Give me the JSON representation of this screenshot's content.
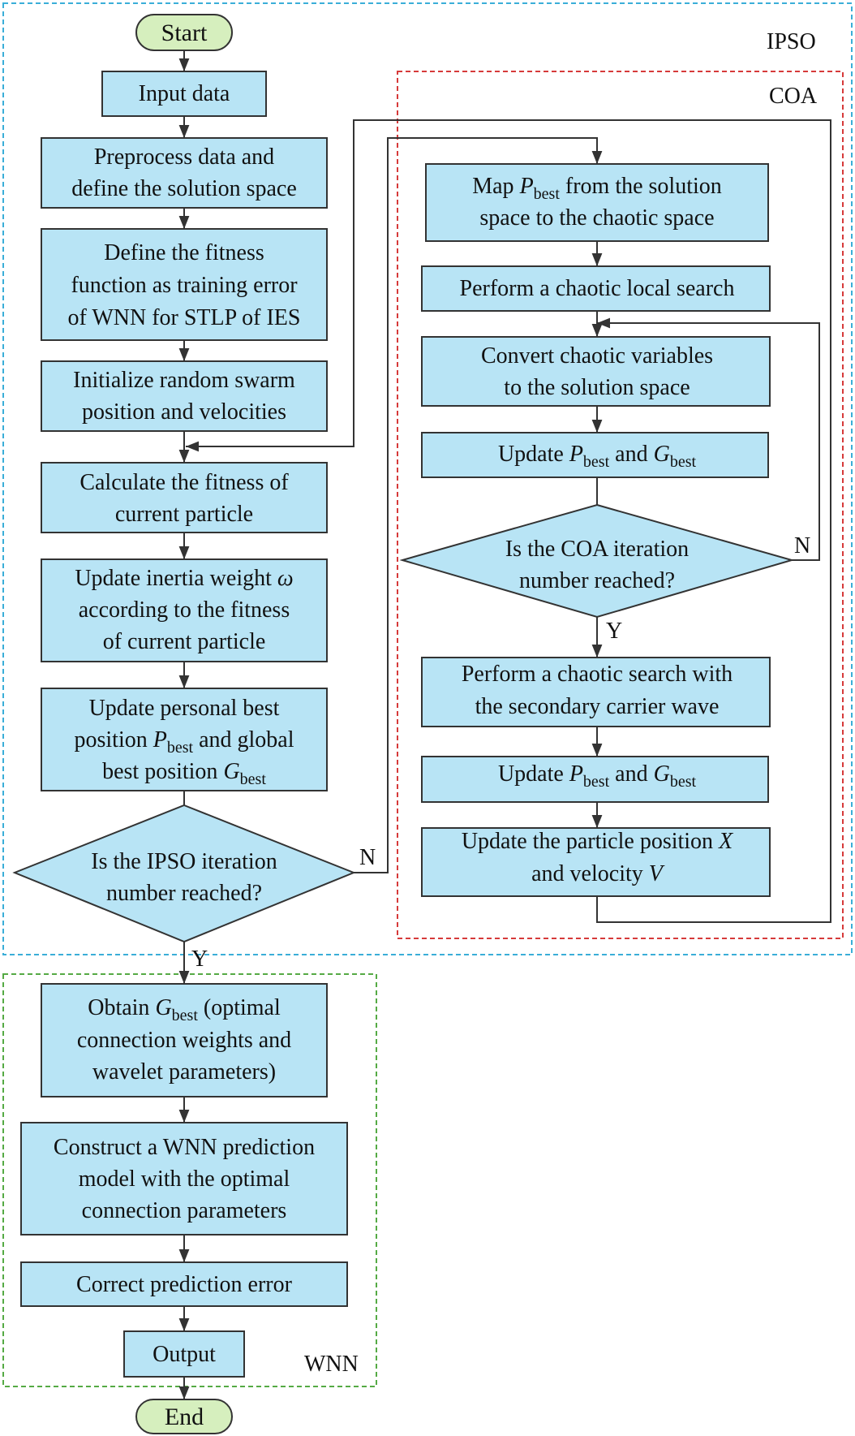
{
  "colors": {
    "box_fill": "#b8e4f5",
    "terminal_fill": "#d6efbe",
    "ipso_border": "#3aaed8",
    "coa_border": "#d63a3a",
    "wnn_border": "#55aa44",
    "line": "#333333"
  },
  "regions": {
    "ipso": "IPSO",
    "coa": "COA",
    "wnn": "WNN"
  },
  "terminals": {
    "start": "Start",
    "end": "End"
  },
  "labels": {
    "yes": "Y",
    "no": "N"
  },
  "sym": {
    "P": "P",
    "G": "G",
    "best": "best",
    "omega": "ω",
    "X": "X",
    "V": "V"
  },
  "ipso": {
    "input": "Input data",
    "preprocess": [
      "Preprocess data and",
      "define the solution space"
    ],
    "fitness_def": [
      "Define the fitness",
      "function as training error",
      "of WNN for STLP of IES"
    ],
    "init": [
      "Initialize random swarm",
      "position and velocities"
    ],
    "calc": [
      "Calculate the fitness of",
      "current particle"
    ],
    "inertia": {
      "l1": "Update inertia weight ",
      "l2": "according to the fitness",
      "l3": "of current particle"
    },
    "personal": {
      "l1": "Update personal best",
      "l2a": "position ",
      "l2b": " and global",
      "l3": "best position "
    },
    "decision": [
      "Is the IPSO iteration",
      "number reached?"
    ]
  },
  "coa": {
    "map": {
      "l1a": "Map ",
      "l1b": " from the solution",
      "l2": "space to the chaotic space"
    },
    "local": "Perform a chaotic local search",
    "convert": [
      "Convert chaotic variables",
      "to the solution space"
    ],
    "update1": {
      "a": "Update ",
      "b": " and "
    },
    "decision": [
      "Is the COA iteration",
      "number reached?"
    ],
    "secondary": [
      "Perform a chaotic search with",
      "the secondary carrier wave"
    ],
    "update2": {
      "a": "Update ",
      "b": " and "
    },
    "particle": {
      "l1": "Update the particle position ",
      "l2": "and velocity "
    }
  },
  "wnn": {
    "obtain": {
      "l1a": "Obtain ",
      "l1b": " (optimal",
      "l2": "connection weights and",
      "l3": "wavelet parameters)"
    },
    "construct": [
      "Construct a WNN prediction",
      "model with the optimal",
      "connection parameters"
    ],
    "correct": "Correct prediction error",
    "output": "Output"
  }
}
